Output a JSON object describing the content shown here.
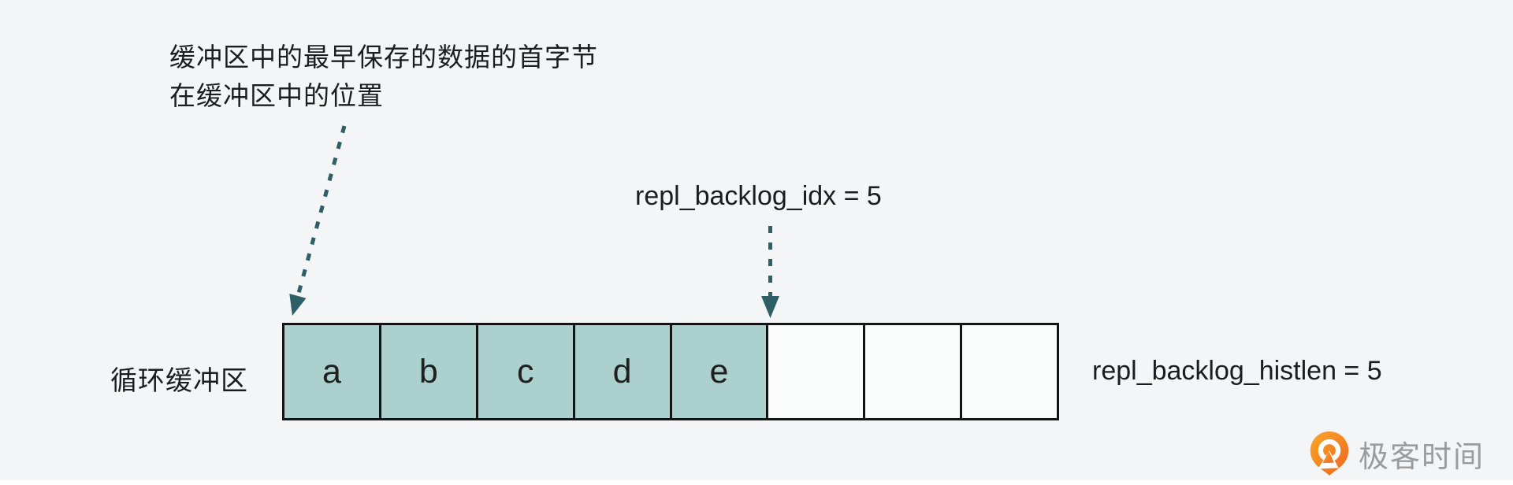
{
  "annotation": {
    "line1": "缓冲区中的最早保存的数据的首字节",
    "line2": "在缓冲区中的位置"
  },
  "pointers": {
    "idx_label": "repl_backlog_idx = 5",
    "histlen_label": "repl_backlog_histlen = 5"
  },
  "buffer": {
    "title": "循环缓冲区",
    "cells": [
      {
        "label": "a",
        "filled": true
      },
      {
        "label": "b",
        "filled": true
      },
      {
        "label": "c",
        "filled": true
      },
      {
        "label": "d",
        "filled": true
      },
      {
        "label": "e",
        "filled": true
      },
      {
        "label": "",
        "filled": false
      },
      {
        "label": "",
        "filled": false
      },
      {
        "label": "",
        "filled": false
      }
    ]
  },
  "logo": {
    "text": "极客时间",
    "icon": "geektime-logo-icon"
  },
  "colors": {
    "background": "#f4f5f7",
    "cell_filled": "#abd0ce",
    "cell_empty": "#fafdfc",
    "cell_border": "#141414",
    "arrow": "#2f5f66",
    "text": "#1d1d1f",
    "logo_orange_start": "#f9a825",
    "logo_orange_end": "#ef6322",
    "logo_text": "#9b9b9b"
  }
}
